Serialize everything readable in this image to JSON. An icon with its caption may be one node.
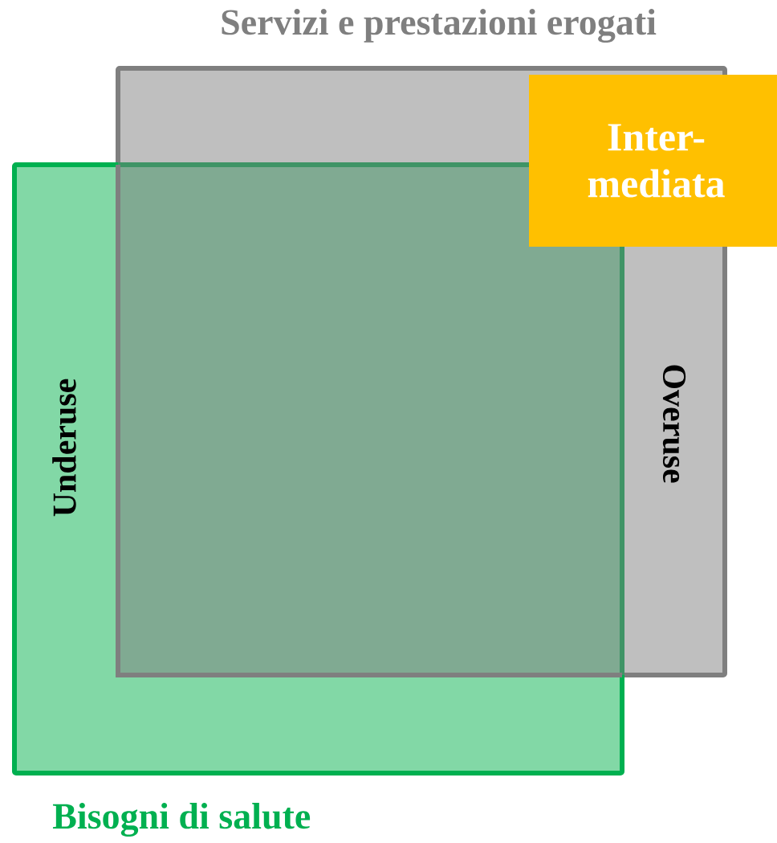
{
  "diagram": {
    "nodes": [
      {
        "text": [
          "Servizi e prestazioni erogati",
          "Overuse"
        ]
      },
      {
        "text": [
          "Bisogni di salute",
          "Underuse"
        ]
      },
      {
        "text": [
          "Inter-mediata"
        ]
      }
    ],
    "edges": []
  }
}
